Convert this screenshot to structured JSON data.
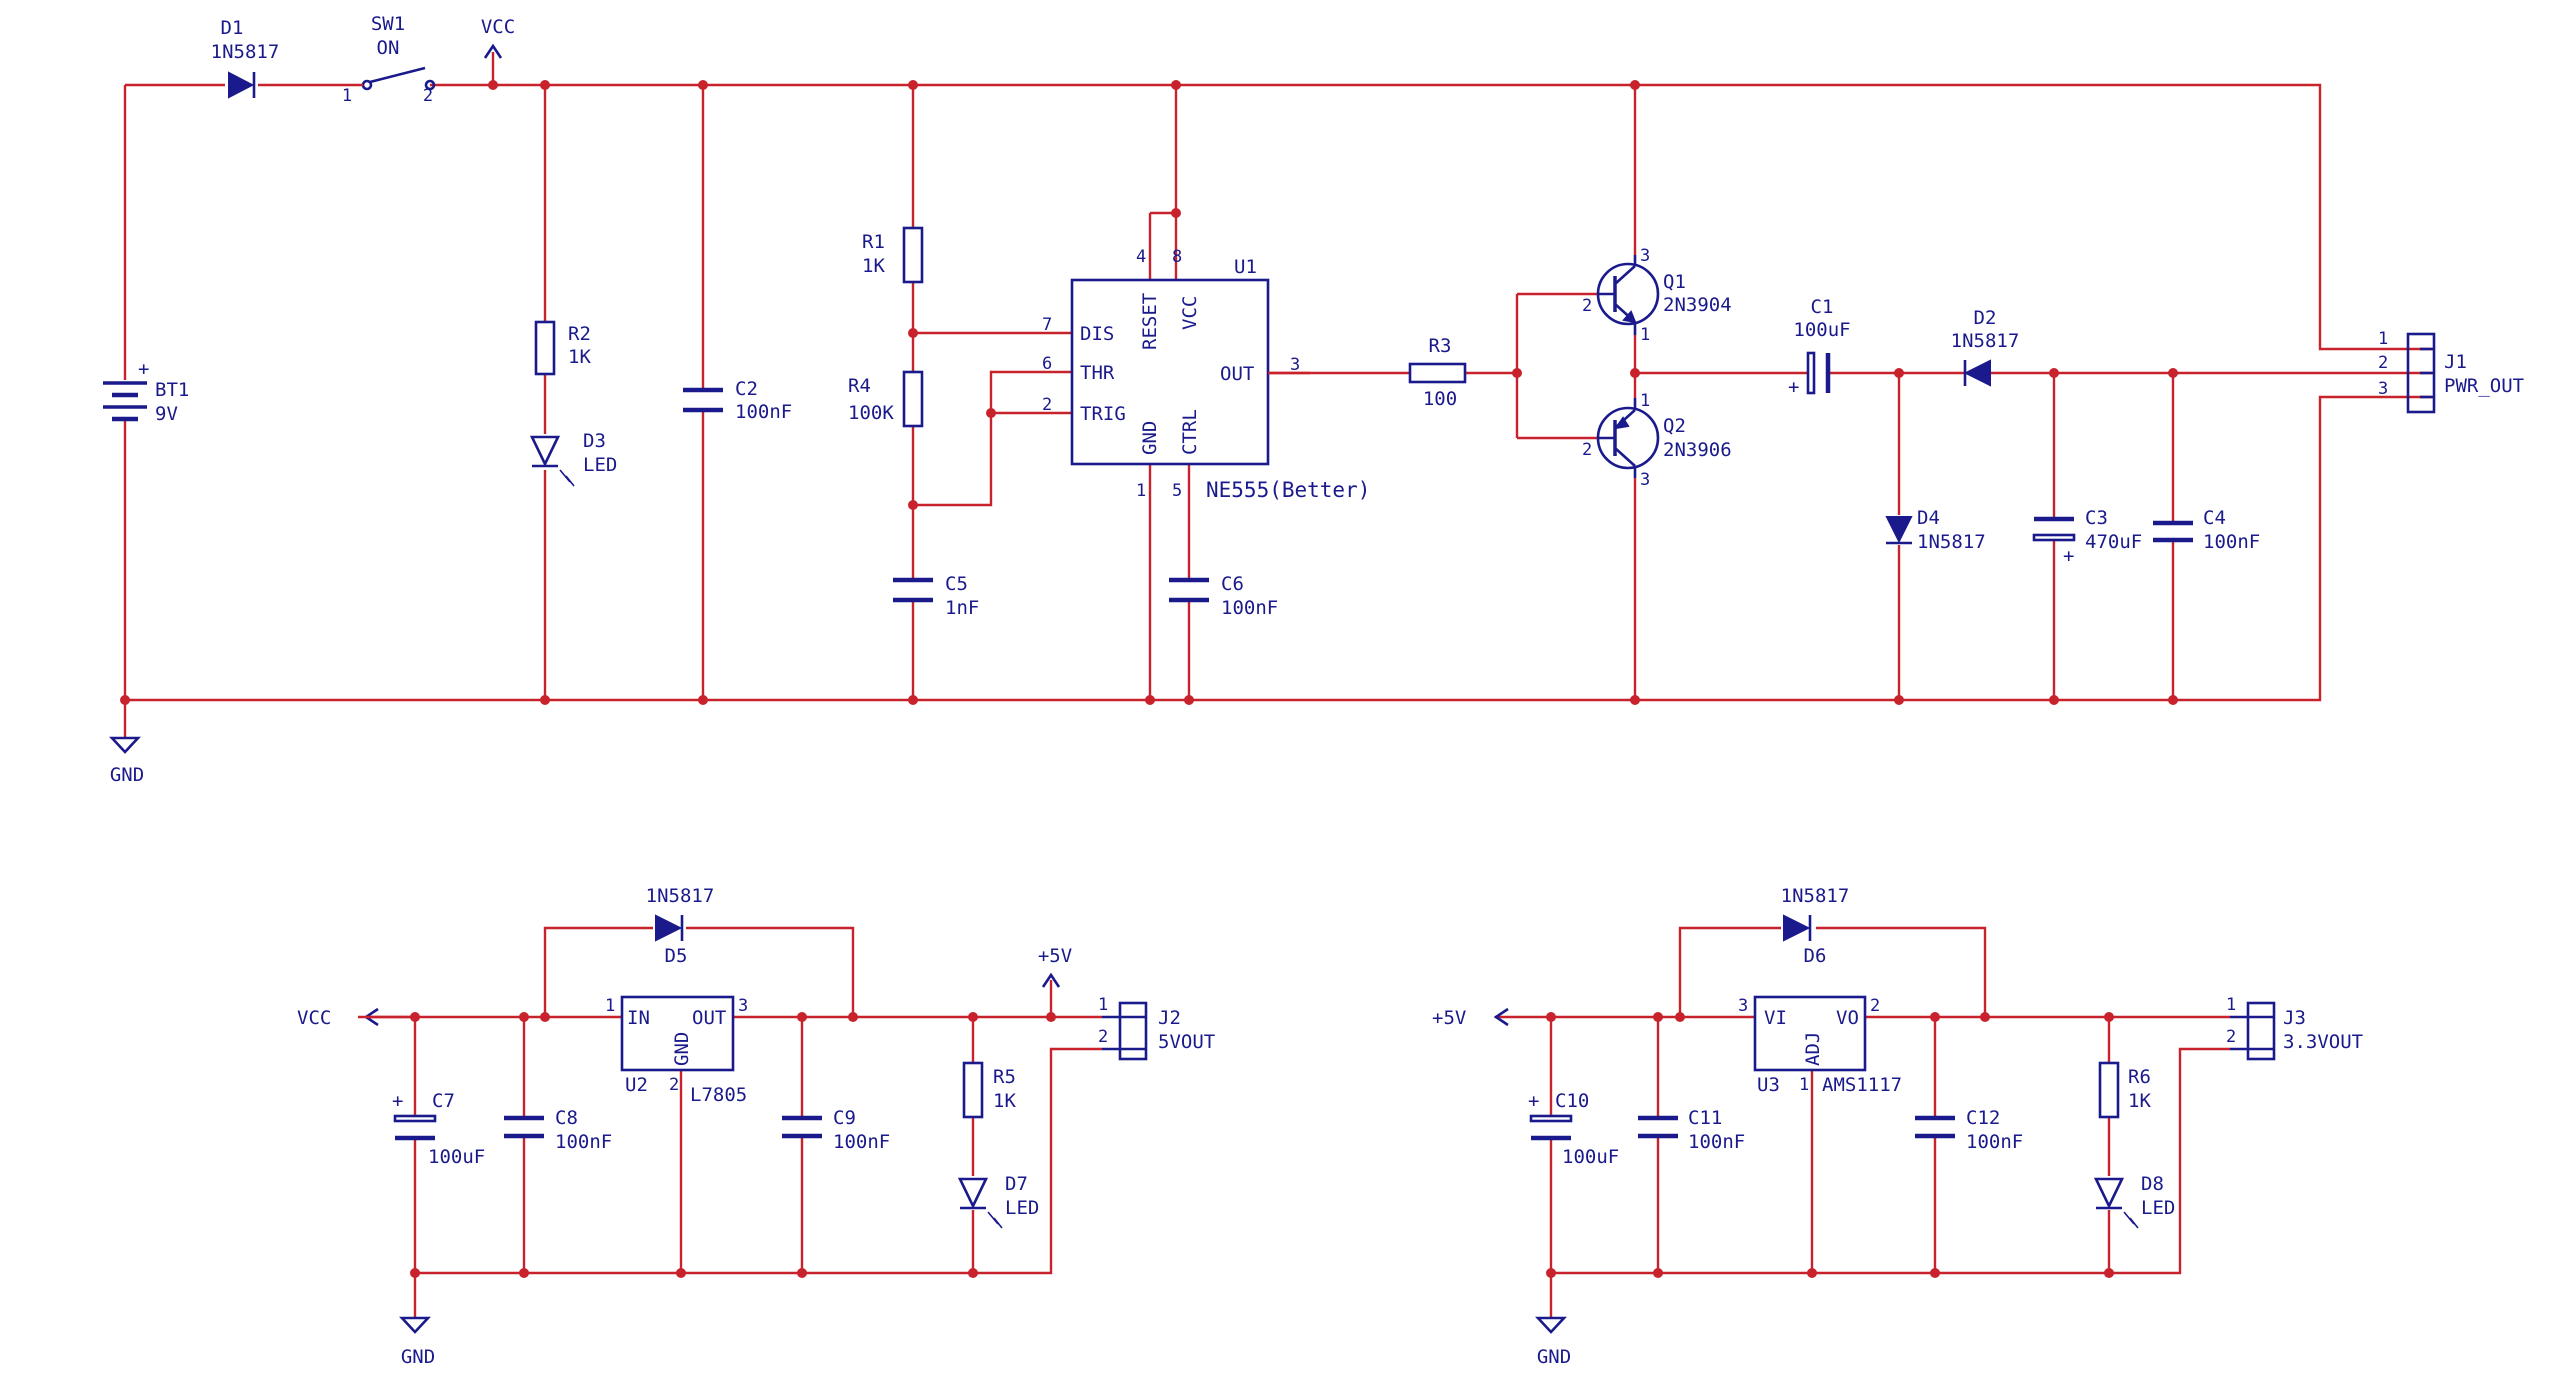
{
  "diagram": {
    "top_circuit": {
      "d1": {
        "ref": "D1",
        "value": "1N5817"
      },
      "sw1": {
        "ref": "SW1",
        "value": "ON",
        "pin1": "1",
        "pin2": "2"
      },
      "vcc_flag": "VCC",
      "bt1": {
        "ref": "BT1",
        "value": "9V",
        "plus": "+"
      },
      "gnd_flag": "GND",
      "r2": {
        "ref": "R2",
        "value": "1K"
      },
      "d3": {
        "ref": "D3",
        "value": "LED"
      },
      "c2": {
        "ref": "C2",
        "value": "100nF"
      },
      "r1": {
        "ref": "R1",
        "value": "1K"
      },
      "r4": {
        "ref": "R4",
        "value": "100K"
      },
      "c5": {
        "ref": "C5",
        "value": "1nF"
      },
      "u1": {
        "ref": "U1",
        "value": "NE555(Better)",
        "pins": {
          "dis": "DIS",
          "thr": "THR",
          "trig": "TRIG",
          "out": "OUT",
          "reset": "RESET",
          "vcc": "VCC",
          "gnd": "GND",
          "ctrl": "CTRL"
        },
        "pin_numbers": {
          "p1": "1",
          "p2": "2",
          "p3": "3",
          "p4": "4",
          "p5": "5",
          "p6": "6",
          "p7": "7",
          "p8": "8"
        }
      },
      "c6": {
        "ref": "C6",
        "value": "100nF"
      },
      "r3": {
        "ref": "R3",
        "value": "100"
      },
      "q1": {
        "ref": "Q1",
        "value": "2N3904",
        "pin1": "1",
        "pin2": "2",
        "pin3": "3"
      },
      "q2": {
        "ref": "Q2",
        "value": "2N3906",
        "pin1": "1",
        "pin2": "2",
        "pin3": "3"
      },
      "c1": {
        "ref": "C1",
        "value": "100uF",
        "plus": "+"
      },
      "d2": {
        "ref": "D2",
        "value": "1N5817"
      },
      "d4": {
        "ref": "D4",
        "value": "1N5817"
      },
      "c3": {
        "ref": "C3",
        "value": "470uF",
        "plus": "+"
      },
      "c4": {
        "ref": "C4",
        "value": "100nF"
      },
      "j1": {
        "ref": "J1",
        "value": "PWR_OUT",
        "pin1": "1",
        "pin2": "2",
        "pin3": "3"
      }
    },
    "reg5": {
      "vcc_flag": "VCC",
      "plus5_flag": "+5V",
      "gnd_flag": "GND",
      "d5": {
        "ref": "D5",
        "value": "1N5817"
      },
      "u2": {
        "ref": "U2",
        "value": "L7805",
        "in": "IN",
        "out": "OUT",
        "gnd": "GND",
        "pin1": "1",
        "pin2": "2",
        "pin3": "3"
      },
      "c7": {
        "ref": "C7",
        "value": "100uF",
        "plus": "+"
      },
      "c8": {
        "ref": "C8",
        "value": "100nF"
      },
      "c9": {
        "ref": "C9",
        "value": "100nF"
      },
      "r5": {
        "ref": "R5",
        "value": "1K"
      },
      "d7": {
        "ref": "D7",
        "value": "LED"
      },
      "j2": {
        "ref": "J2",
        "value": "5VOUT",
        "pin1": "1",
        "pin2": "2"
      }
    },
    "reg33": {
      "plus5_flag": "+5V",
      "gnd_flag": "GND",
      "d6": {
        "ref": "D6",
        "value": "1N5817"
      },
      "u3": {
        "ref": "U3",
        "value": "AMS1117",
        "vi": "VI",
        "vo": "VO",
        "adj": "ADJ",
        "pin1": "1",
        "pin2": "2",
        "pin3": "3"
      },
      "c10": {
        "ref": "C10",
        "value": "100uF",
        "plus": "+"
      },
      "c11": {
        "ref": "C11",
        "value": "100nF"
      },
      "c12": {
        "ref": "C12",
        "value": "100nF"
      },
      "r6": {
        "ref": "R6",
        "value": "1K"
      },
      "d8": {
        "ref": "D8",
        "value": "LED"
      },
      "j3": {
        "ref": "J3",
        "value": "3.3VOUT",
        "pin1": "1",
        "pin2": "2"
      }
    }
  }
}
